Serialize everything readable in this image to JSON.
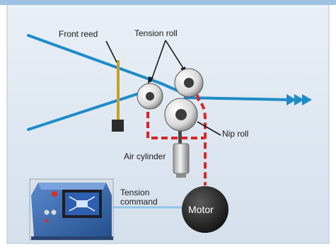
{
  "diagram": {
    "labels": {
      "front_reed": "Front reed",
      "tension_roll": "Tension roll",
      "nip_roll": "Nip roll",
      "air_cylinder": "Air cylinder",
      "tension_command_line1": "Tension",
      "tension_command_line2": "command",
      "motor": "Motor"
    },
    "colors": {
      "panel_background": "#dfe8f2",
      "yarn": "#1e8cc8",
      "signal_line": "#d7262a",
      "roll_fill": "#3c3c3c",
      "reed": "#c8a025",
      "command_line": "#8fc4e6",
      "controller_body": "#3c6cb4"
    }
  }
}
